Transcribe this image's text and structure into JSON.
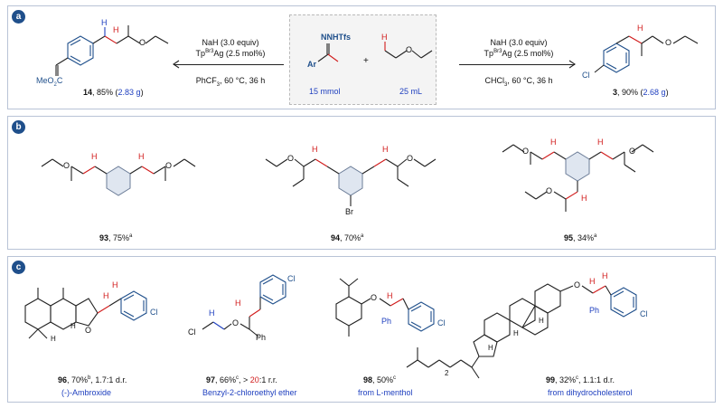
{
  "panels": {
    "a": {
      "badge": "a",
      "left_reagents": {
        "line1": "NaH (3.0 equiv)",
        "line2_pre": "Tp",
        "line2_sup": "Br3",
        "line2_post": "Ag (2.5 mol%)",
        "line3_pre": "PhCF",
        "line3_sub": "3",
        "line3_post": ", 60 °C, 36 h"
      },
      "right_reagents": {
        "line1": "NaH (3.0 equiv)",
        "line2_pre": "Tp",
        "line2_sup": "Br3",
        "line2_post": "Ag (2.5 mol%)",
        "line3_pre": "CHCl",
        "line3_sub": "3",
        "line3_post": ", 60 °C, 36 h"
      },
      "center": {
        "hydrazone_label": "NNHTfs",
        "ar_label": "Ar",
        "plus": "+",
        "hydrazone_amount": "15 mmol",
        "ether_amount": "25 mL",
        "h_label": "H"
      },
      "left_product": {
        "number": "14",
        "yield": ", 85% (",
        "mass": "2.83 g",
        "close": ")",
        "ester_label": "MeO",
        "ester_sub": "2",
        "ester_label2": "C"
      },
      "right_product": {
        "number": "3",
        "yield": ", 90% (",
        "mass": "2.68 g",
        "close": ")",
        "cl_label": "Cl"
      }
    },
    "b": {
      "badge": "b",
      "compounds": [
        {
          "number": "93",
          "yield": ", 75%",
          "note": "a"
        },
        {
          "number": "94",
          "yield": ", 70%",
          "note": "a",
          "br_label": "Br"
        },
        {
          "number": "95",
          "yield": ", 34%",
          "note": "a"
        }
      ]
    },
    "c": {
      "badge": "c",
      "compounds": [
        {
          "number": "96",
          "yield": ", 70%",
          "note": "b",
          "tail": ", 1.7:1 d.r.",
          "source": "(-)-Ambroxide"
        },
        {
          "number": "97",
          "yield": ", 66%",
          "note": "c",
          "tail_pre": ", > ",
          "rr": "20",
          "tail_post": ":1 r.r.",
          "source": "Benzyl-2-chloroethyl ether"
        },
        {
          "number": "98",
          "yield": ", 50%",
          "note": "c",
          "source": "from L-menthol"
        },
        {
          "number": "99",
          "yield": ", 32%",
          "note": "c",
          "tail": ", 1.1:1 d.r.",
          "source": "from dihydrocholesterol"
        }
      ],
      "atom_labels": {
        "h": "H",
        "o": "O",
        "cl": "Cl",
        "ph": "Ph",
        "two": "2"
      }
    }
  },
  "colors": {
    "navy": "#1f4f8b",
    "red": "#d11b1b",
    "blue": "#1e3fbf",
    "border": "#b9c3d6"
  }
}
